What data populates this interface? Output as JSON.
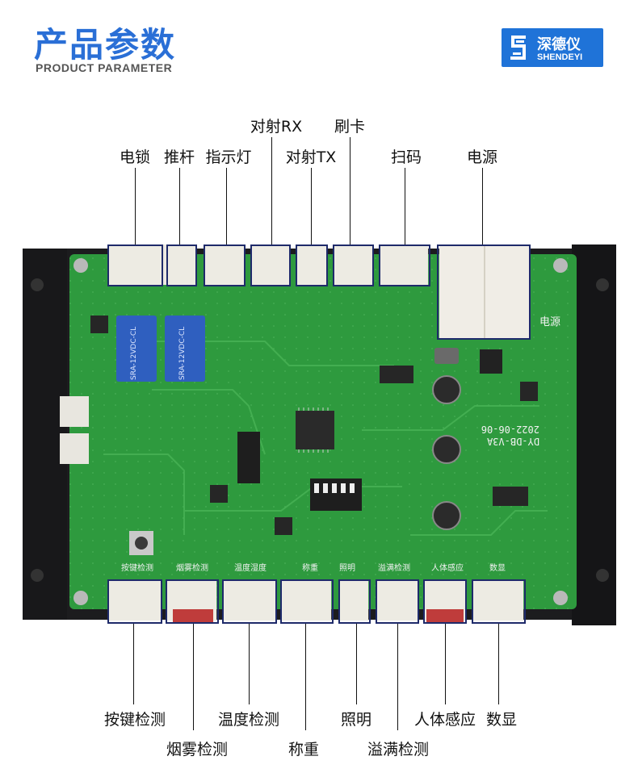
{
  "header": {
    "title": "产品参数",
    "subtitle": "PRODUCT PARAMETER"
  },
  "logo": {
    "cn": "深德仪",
    "en": "SHENDEYI",
    "color": "#1f73d8"
  },
  "labels_top": {
    "lock": "电锁",
    "push_rod": "推杆",
    "indicator": "指示灯",
    "beam_rx": "对射RX",
    "beam_tx": "对射TX",
    "card": "刷卡",
    "scan": "扫码",
    "power": "电源"
  },
  "labels_bottom": {
    "key_detect": "按键检测",
    "smoke_detect": "烟雾检测",
    "temp_detect": "温度检测",
    "weigh": "称重",
    "lighting": "照明",
    "overflow_detect": "溢满检测",
    "human_sense": "人体感应",
    "digital_display": "数显"
  },
  "board": {
    "model": "DY-DB-V3A",
    "date": "2022-06-06",
    "relay_label": "SRA-12VDC-CL",
    "silk": {
      "key": "按键检测",
      "smoke": "烟雾检测",
      "temp": "温度湿度",
      "weigh": "称重",
      "light": "照明",
      "overflow": "溢满检测",
      "human": "人体感应",
      "display": "数显",
      "power": "电源"
    }
  }
}
